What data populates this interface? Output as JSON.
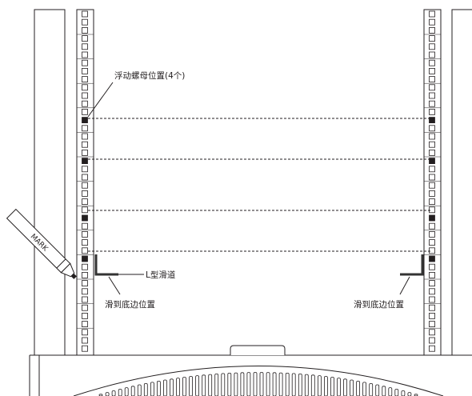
{
  "labels": {
    "floating_nut": "浮动螺母位置(4个)",
    "l_rail": "L型滑道",
    "slide_bottom_left": "滑到底边位置",
    "slide_bottom_right": "滑到底边位置",
    "marker": "MARK"
  },
  "rail": {
    "holes_per_column": 42,
    "marked_hole_indices": [
      13,
      18,
      25,
      30
    ],
    "hole_fill": "#ffffff",
    "marked_hole_fill": "#231f20"
  },
  "colors": {
    "line": "#231f20",
    "background": "#ffffff",
    "l_rail": "#333333"
  }
}
